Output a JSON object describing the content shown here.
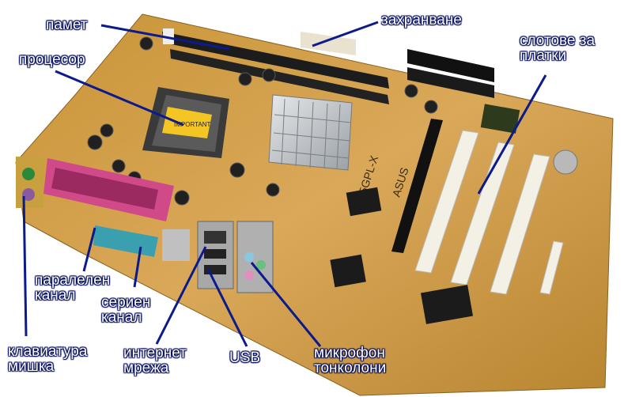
{
  "labels": {
    "memory": "памет",
    "storage": "захранване",
    "cpu": "процесор",
    "slots": [
      "слотове за",
      "платки"
    ],
    "parallel": [
      "паралелен",
      "канал"
    ],
    "serial": [
      "сериен",
      "канал"
    ],
    "keyboard": [
      "клавиатура",
      "мишка"
    ],
    "network": [
      "интернет",
      "мрежа"
    ],
    "usb": "USB",
    "audio": [
      "микрофон",
      "тонколони"
    ]
  },
  "board_text": {
    "model": "P5GPL-X",
    "brand": "ASUS",
    "cpu_sticker": "IMPORTANT"
  },
  "colors": {
    "board": "#d8a650",
    "callout_line": "#0b1a8c",
    "label_text": "#ffffff"
  }
}
